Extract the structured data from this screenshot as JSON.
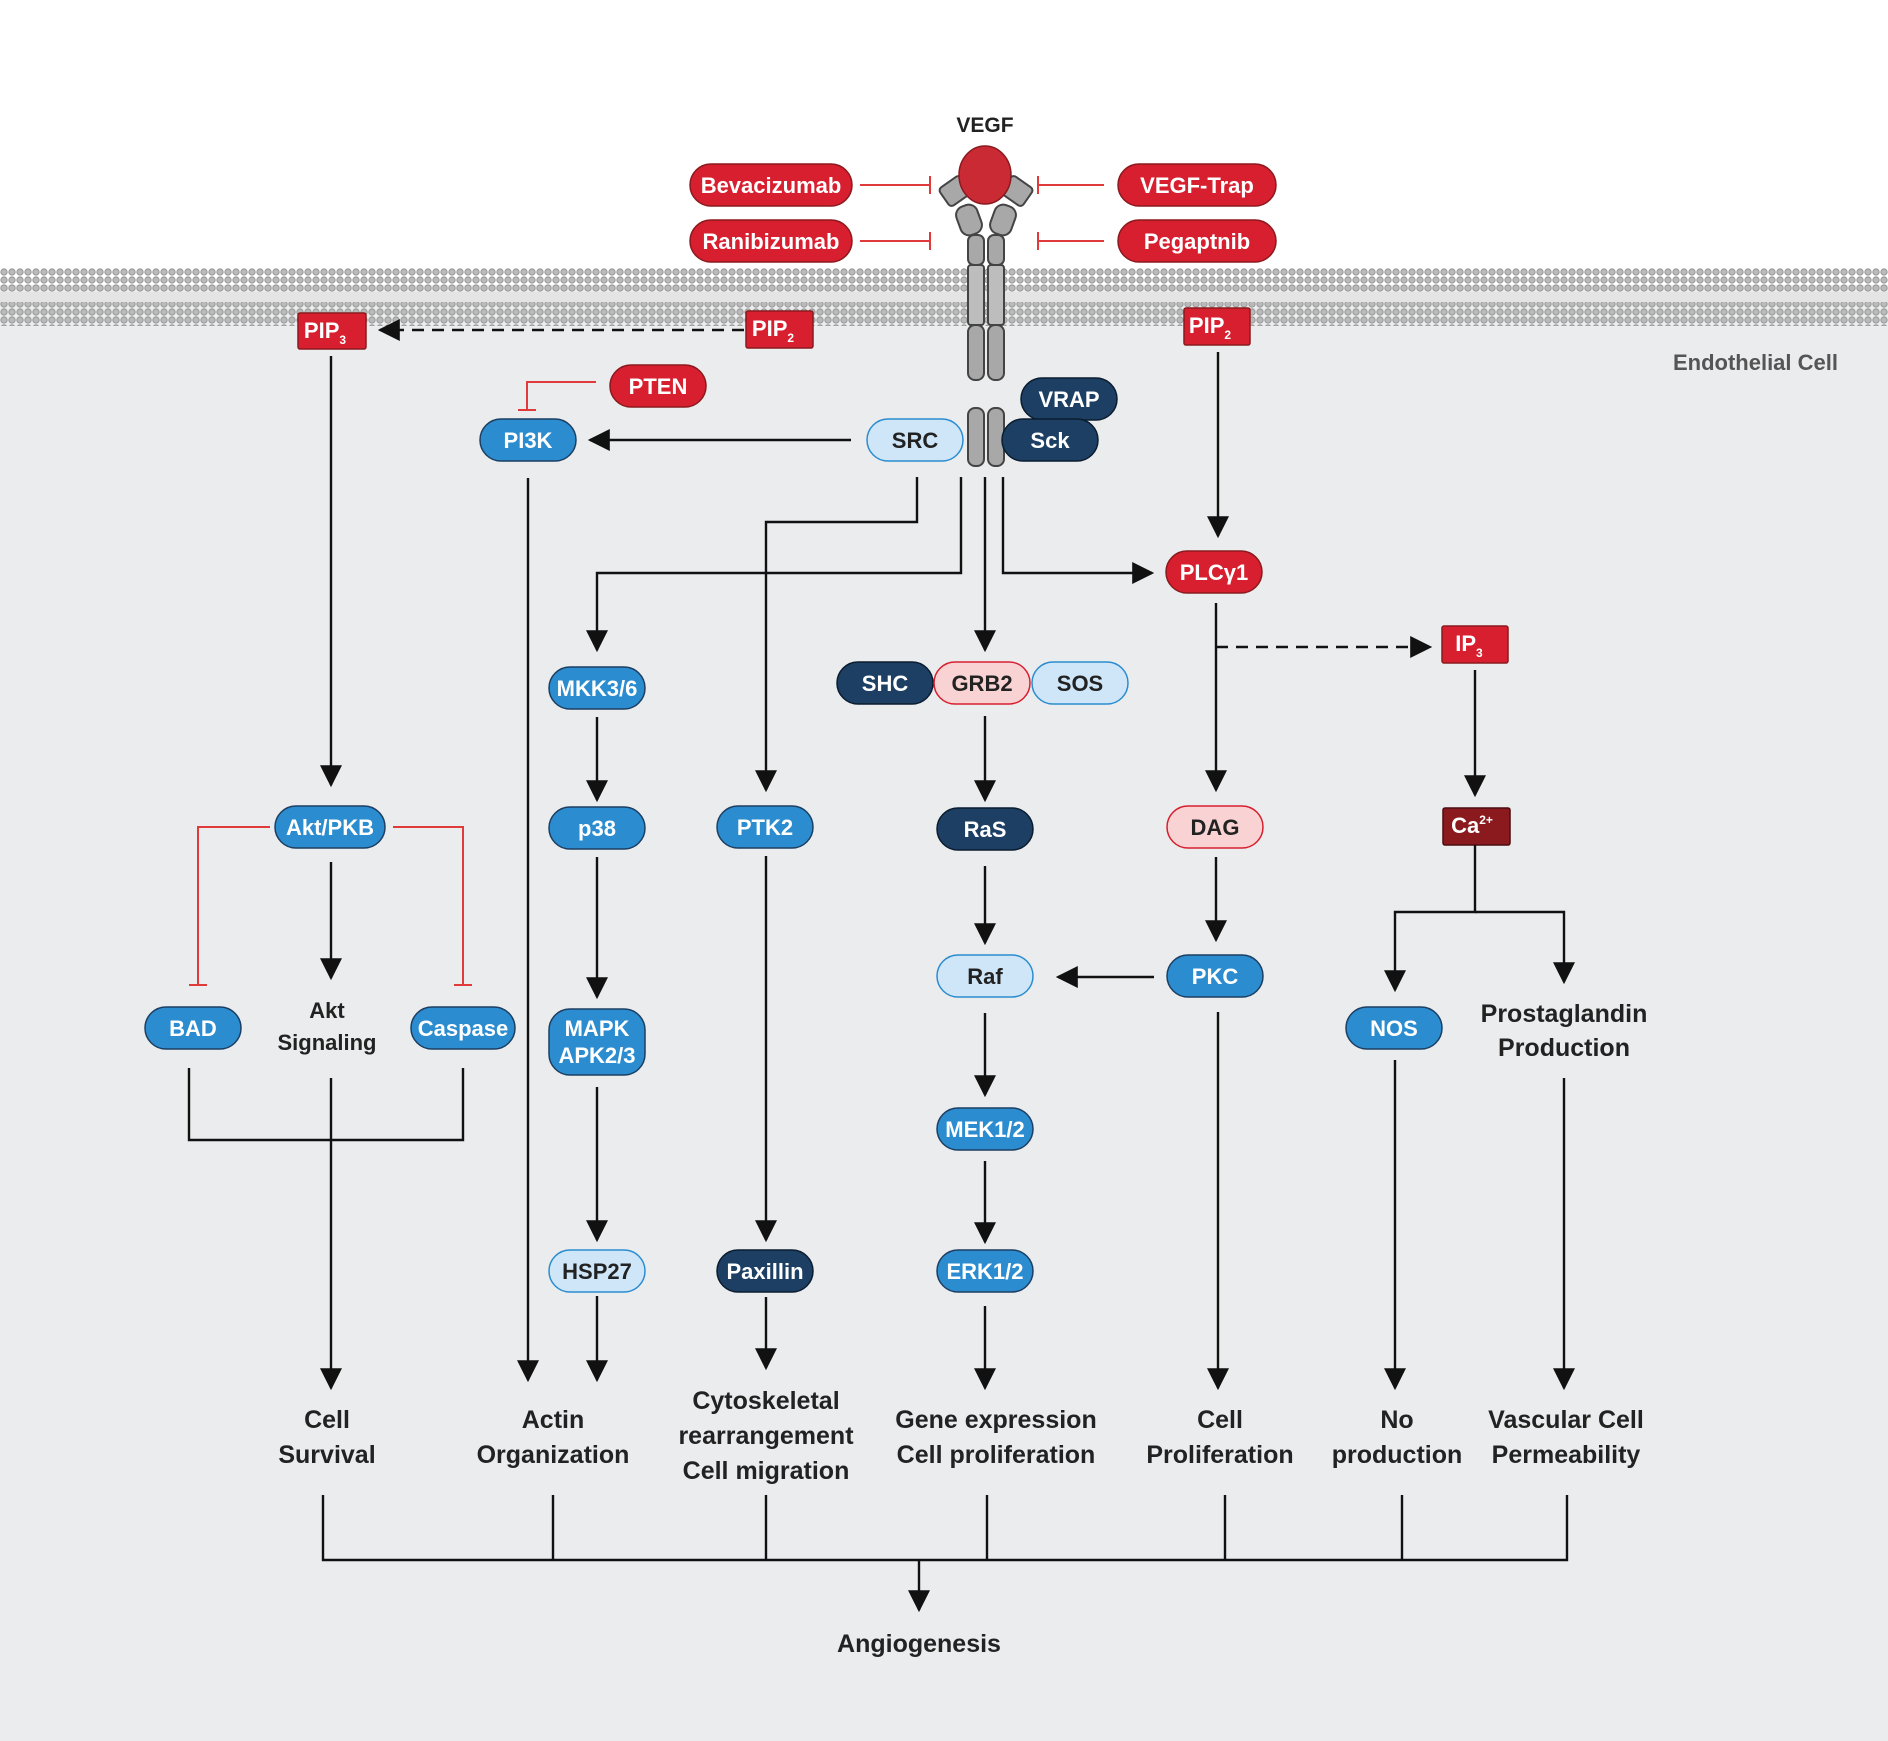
{
  "ligand": "VEGF",
  "cell_label": "Endothelial Cell",
  "drugs": {
    "bevacizumab": "Bevacizumab",
    "ranibizumab": "Ranibizumab",
    "vegf_trap": "VEGF-Trap",
    "pegaptnib": "Pegaptnib"
  },
  "lipids": {
    "pip_prefix": "PIP",
    "sub_3": "3",
    "sub_2": "2",
    "ip_prefix": "IP",
    "ca_prefix": "Ca",
    "ca_sup": "2+"
  },
  "nodes": {
    "pten": "PTEN",
    "pi3k": "PI3K",
    "src": "SRC",
    "vrap": "VRAP",
    "sck": "Sck",
    "plcg1": "PLCγ1",
    "mkk36": "MKK3/6",
    "ptk2": "PTK2",
    "shc": "SHC",
    "grb2": "GRB2",
    "sos": "SOS",
    "akt": "Akt/PKB",
    "p38": "p38",
    "ras": "RaS",
    "dag": "DAG",
    "bad": "BAD",
    "caspase": "Caspase",
    "mapkapk_line1": "MAPK",
    "mapkapk_line2": "APK2/3",
    "raf": "Raf",
    "pkc": "PKC",
    "nos": "NOS",
    "mek": "MEK1/2",
    "hsp27": "HSP27",
    "paxillin": "Paxillin",
    "erk": "ERK1/2"
  },
  "akt_signaling": [
    "Akt",
    "Signaling"
  ],
  "prostaglandin": [
    "Prostaglandin",
    "Production"
  ],
  "outcomes": {
    "survival": [
      "Cell",
      "Survival"
    ],
    "actin": [
      "Actin",
      "Organization"
    ],
    "cyto": [
      "Cytoskeletal",
      "rearrangement",
      "Cell migration"
    ],
    "gene": [
      "Gene expression",
      "Cell proliferation"
    ],
    "prolif": [
      "Cell",
      "Proliferation"
    ],
    "no_prod": [
      "No",
      "production"
    ],
    "vascular": [
      "Vascular Cell",
      "Permeability"
    ]
  },
  "final": "Angiogenesis",
  "colors": {
    "red": "#d71f2f",
    "dark_red": "#8b1a1e",
    "pink": "#f9d3d3",
    "mid_blue": "#2b8dd0",
    "dark_navy": "#1c3f63",
    "light_blue": "#cfe6f8",
    "cell_bg": "#ebeced",
    "inhibit": "#e03a3a"
  }
}
